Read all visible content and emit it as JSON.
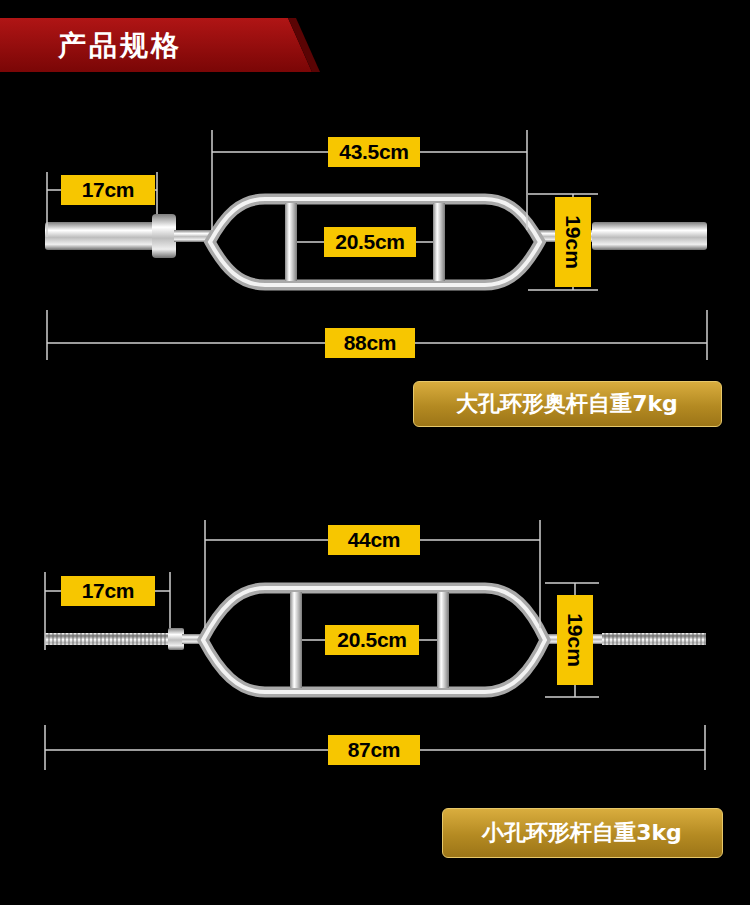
{
  "diagram": {
    "title": "产品规格",
    "nodes": [
      {
        "text": [
          "43.5cm"
        ]
      },
      {
        "text": [
          "17cm"
        ]
      },
      {
        "text": [
          "20.5cm"
        ]
      },
      {
        "text": [
          "19cm"
        ]
      },
      {
        "text": [
          "88cm"
        ]
      },
      {
        "text": [
          "大孔环形奥杆自重7kg"
        ]
      },
      {
        "text": [
          "44cm"
        ]
      },
      {
        "text": [
          "17cm"
        ]
      },
      {
        "text": [
          "20.5cm"
        ]
      },
      {
        "text": [
          "19cm"
        ]
      },
      {
        "text": [
          "87cm"
        ]
      },
      {
        "text": [
          "小孔环形杆自重3kg"
        ]
      }
    ]
  }
}
